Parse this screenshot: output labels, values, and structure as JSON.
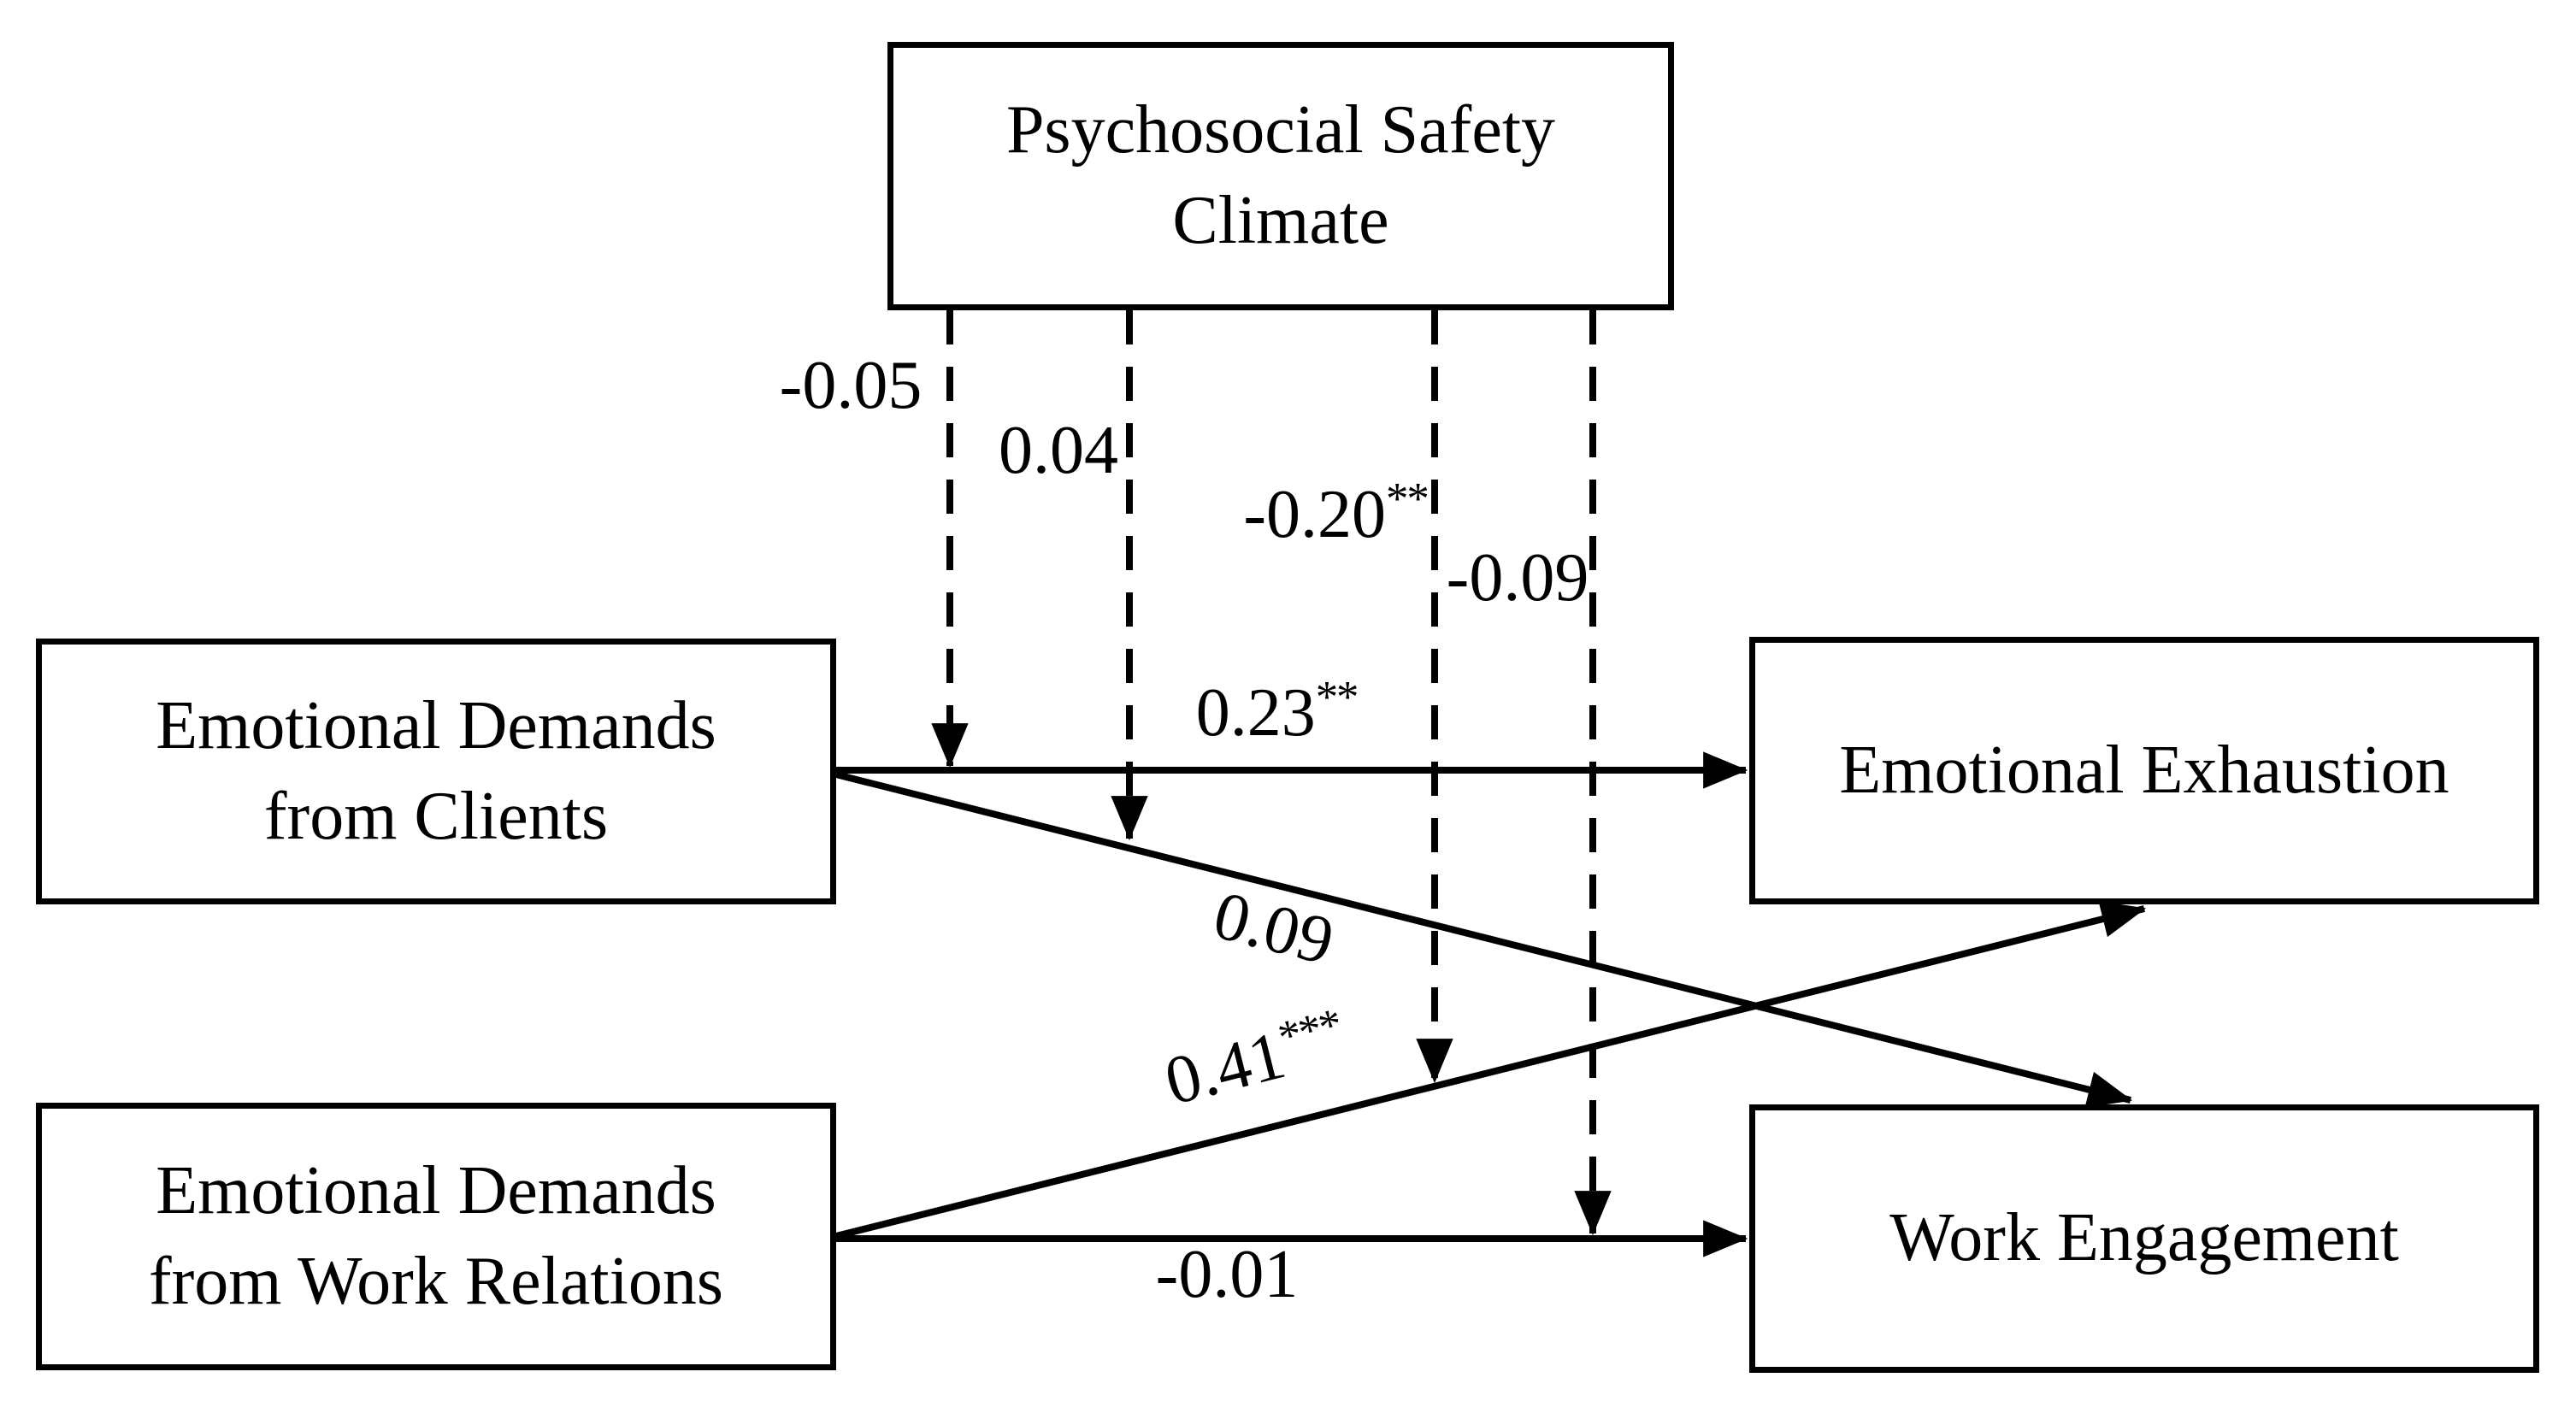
{
  "figure": {
    "type": "path-model-diagram",
    "background_color": "#ffffff",
    "line_color": "#000000"
  },
  "boxes": {
    "psc": {
      "label": "Psychosocial Safety Climate"
    },
    "demands_clients": {
      "label": "Emotional Demands from Clients"
    },
    "demands_work_relations": {
      "label": "Emotional Demands from Work Relations"
    },
    "exhaustion": {
      "label": "Emotional Exhaustion"
    },
    "engagement": {
      "label": "Work Engagement"
    }
  },
  "coefficients": {
    "clients_to_exhaustion": {
      "value": "0.23",
      "sig": "**"
    },
    "clients_to_engagement": {
      "value": "0.09",
      "sig": ""
    },
    "relations_to_exhaustion": {
      "value": "0.41",
      "sig": "***"
    },
    "relations_to_engagement": {
      "value": "-0.01",
      "sig": ""
    },
    "psc_mod_clients_exhaustion": {
      "value": "-0.05",
      "sig": ""
    },
    "psc_mod_clients_engagement": {
      "value": "0.04",
      "sig": ""
    },
    "psc_mod_relations_exhaustion": {
      "value": "-0.20",
      "sig": "**"
    },
    "psc_mod_relations_engagement": {
      "value": "-0.09",
      "sig": ""
    }
  }
}
